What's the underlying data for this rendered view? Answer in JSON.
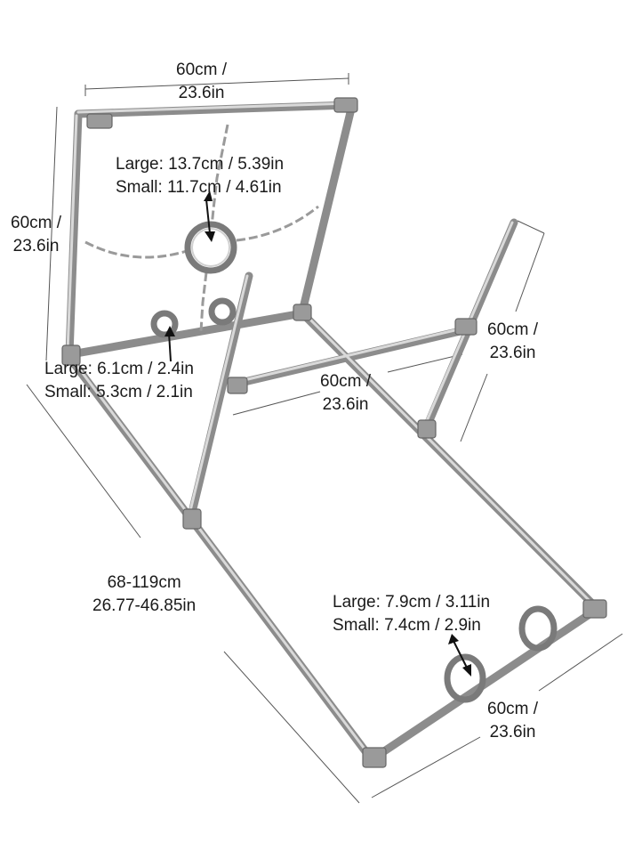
{
  "dimensions": {
    "top_width": [
      "60cm /",
      "23.6in"
    ],
    "left_height": [
      "60cm /",
      "23.6in"
    ],
    "right_post_height": [
      "60cm /",
      "23.6in"
    ],
    "middle_bar": [
      "60cm /",
      "23.6in"
    ],
    "base_length": [
      "68-119cm",
      "26.77-46.85in"
    ],
    "front_bar": [
      "60cm /",
      "23.6in"
    ]
  },
  "rings": {
    "neck": [
      "Large: 13.7cm / 5.39in",
      "Small: 11.7cm / 4.61in"
    ],
    "wrist": [
      "Large: 6.1cm / 2.4in",
      "Small: 5.3cm / 2.1in"
    ],
    "ankle": [
      "Large: 7.9cm / 3.11in",
      "Small: 7.4cm / 2.9in"
    ]
  }
}
